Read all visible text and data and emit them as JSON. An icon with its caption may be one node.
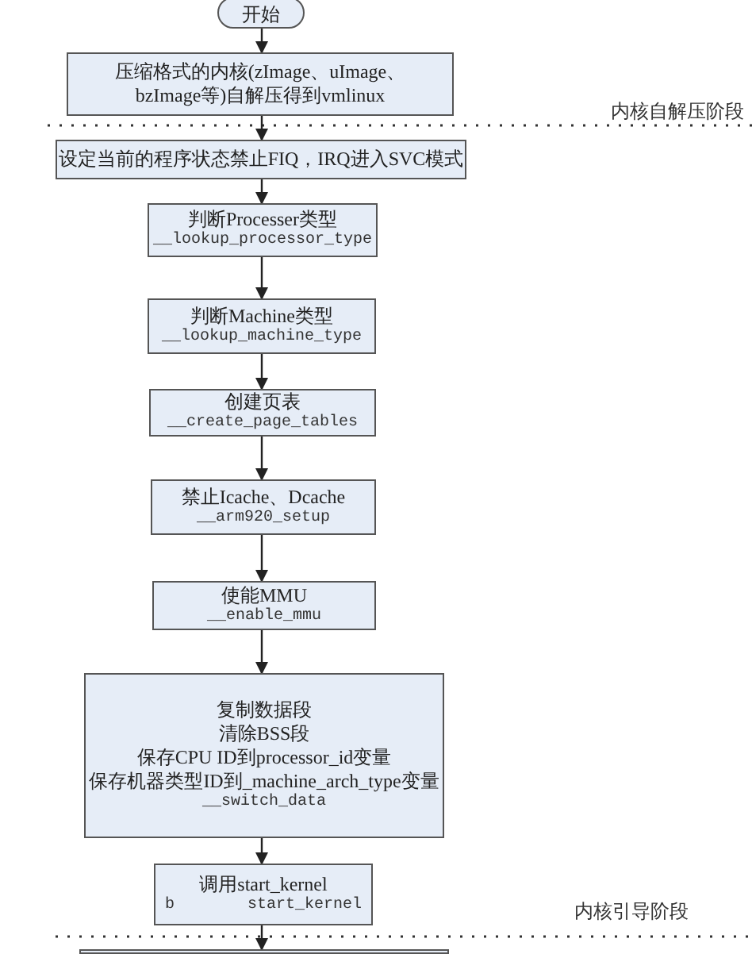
{
  "diagram": {
    "nodes": [
      {
        "text": [
          "开始"
        ]
      },
      {
        "text": [
          "压缩格式的内核(zImage、uImage、bzImage等)自解压得到vmlinux"
        ]
      },
      {
        "text": [
          "设定当前的程序状态禁止FIQ，IRQ进入SVC模式"
        ]
      },
      {
        "text": [
          "判断Processer类型",
          "__lookup_processor_type"
        ]
      },
      {
        "text": [
          "判断Machine类型",
          "__lookup_machine_type"
        ]
      },
      {
        "text": [
          "创建页表",
          "__create_page_tables"
        ]
      },
      {
        "text": [
          "禁止Icache、Dcache",
          "__arm920_setup"
        ]
      },
      {
        "text": [
          "使能MMU",
          "__enable_mmu"
        ]
      },
      {
        "text": [
          "复制数据段",
          "清除BSS段",
          "保存CPU ID到processor_id变量",
          "保存机器类型ID到_machine_arch_type变量",
          "__switch_data"
        ]
      },
      {
        "text": [
          "调用start_kernel",
          "b start_kernel"
        ]
      },
      {
        "text": [],
        "shape": "box"
      }
    ],
    "edges": [
      {
        "from": 0,
        "to": 1,
        "arrow": "to"
      },
      {
        "from": 1,
        "to": 2,
        "arrow": "to"
      },
      {
        "from": 2,
        "to": 3,
        "arrow": "to"
      },
      {
        "from": 3,
        "to": 4,
        "arrow": "to"
      },
      {
        "from": 4,
        "to": 5,
        "arrow": "to"
      },
      {
        "from": 5,
        "to": 6,
        "arrow": "to"
      },
      {
        "from": 6,
        "to": 7,
        "arrow": "to"
      },
      {
        "from": 7,
        "to": 8,
        "arrow": "to"
      },
      {
        "from": 8,
        "to": 9,
        "arrow": "to"
      },
      {
        "from": 9,
        "to": 10,
        "arrow": "to"
      }
    ],
    "labels": [
      "内核自解压阶段",
      "内核引导阶段"
    ]
  }
}
